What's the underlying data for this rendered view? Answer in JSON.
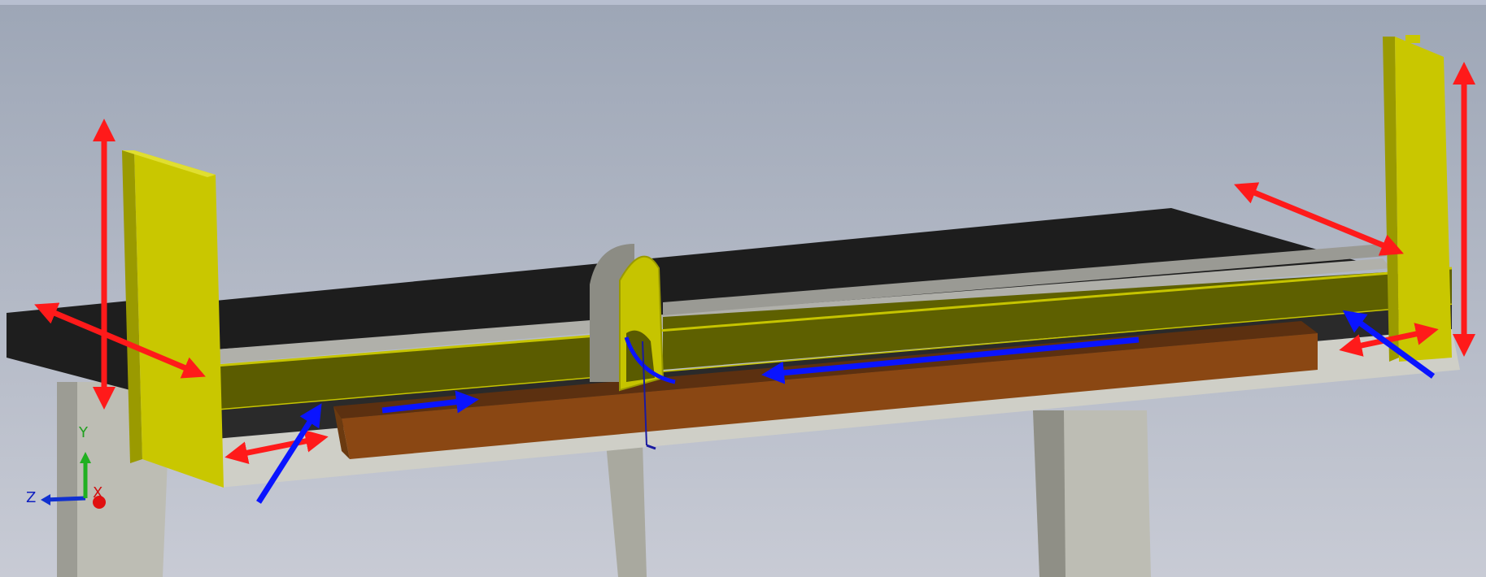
{
  "viewport": {
    "background_top": "#9fa7b7",
    "background_bottom": "#c9ccd6",
    "colors": {
      "side_wall": "#c6c400",
      "side_wall_shade": "#9a9a00",
      "shelf": "#5f6000",
      "belt": "#1c1c1c",
      "rail": "#b4b4ae",
      "floor": "#c8c8c0",
      "floor_shade": "#9c9c94",
      "pillar": "#a5a59c",
      "pillar_shade": "#8a8a80",
      "part": "#864510",
      "part_top": "#a45a1f",
      "red_arrow": "#ff1a1a",
      "blue_arrow": "#0a14ff"
    },
    "triad": {
      "z_label": "Z",
      "y_label": "Y",
      "x_label": "X",
      "z_color": "#1030d0",
      "y_color": "#20b020",
      "x_color": "#e01010"
    }
  }
}
